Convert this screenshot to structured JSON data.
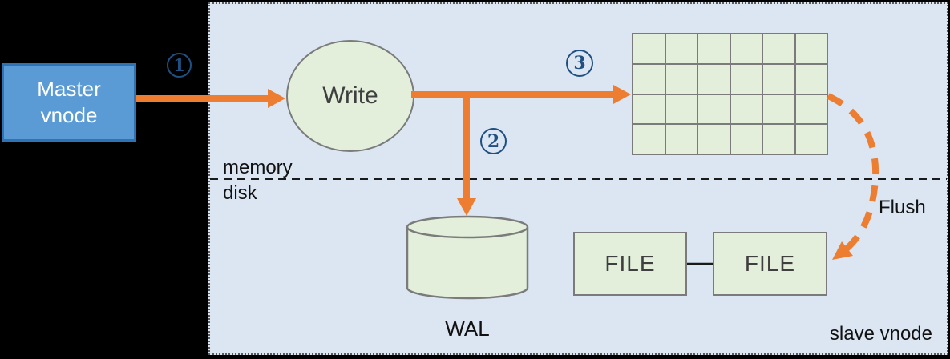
{
  "colors": {
    "background": "#000000",
    "panel_background": "#dbe6f2",
    "arrow_orange": "#ed7d31",
    "shape_fill_green": "#e3efda",
    "shape_border_gray": "#7b7b7b",
    "master_fill_blue": "#5b9bd5",
    "master_border_blue": "#2e74b5",
    "step_circle_blue": "#1f5081",
    "shape_text_gray": "#3f3f3f"
  },
  "master_node": {
    "line1": "Master",
    "line2": "vnode"
  },
  "write_node": {
    "label": "Write"
  },
  "steps": {
    "step1": "1",
    "step2": "2",
    "step3": "3"
  },
  "memory_grid": {
    "rows": 4,
    "cols": 6
  },
  "zones": {
    "memory": "memory",
    "disk": "disk"
  },
  "wal": {
    "label": "WAL"
  },
  "file_left": {
    "label": "FILE"
  },
  "file_right": {
    "label": "FILE"
  },
  "flush": {
    "label": "Flush"
  },
  "slave": {
    "label": "slave vnode"
  }
}
